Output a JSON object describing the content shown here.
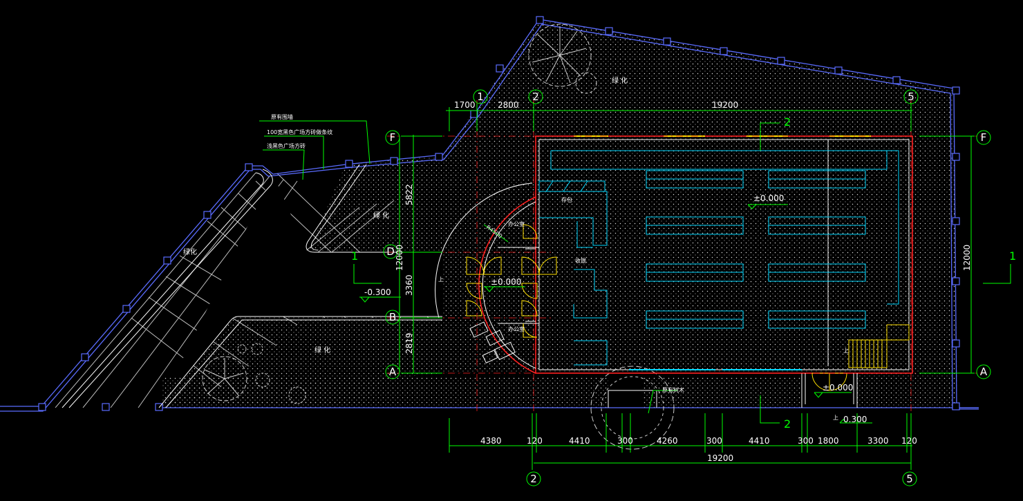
{
  "axes": {
    "top": [
      "1",
      "2",
      "5"
    ],
    "bottom": [
      "2",
      "5"
    ],
    "left": [
      "F",
      "D",
      "B",
      "A"
    ],
    "right": [
      "F",
      "A"
    ]
  },
  "dims_top": {
    "d1": "1700",
    "d2": "2800",
    "d3": "19200"
  },
  "dims_bottom": [
    "4380",
    "120",
    "4410",
    "300",
    "4260",
    "300",
    "4410",
    "300",
    "1800",
    "3300",
    "120"
  ],
  "dim_bottom_total": "19200",
  "dims_left": {
    "total": "12000",
    "d1": "5822",
    "d2": "3360",
    "d3": "2819"
  },
  "dim_right": "12000",
  "levels": {
    "main": "±0.000",
    "entrance": "±0.000",
    "plaza": "-0.300",
    "side_entrance": "±0.000",
    "side_step": "0.300"
  },
  "section_marks": {
    "top": "2",
    "bottom": "2",
    "left": "1",
    "right": "1"
  },
  "notes": [
    "原有围墙",
    "100宽黑色广场方砖做条纹",
    "浅黑色广场方砖",
    "原有树木"
  ],
  "rooms": {
    "storage": "存包",
    "office1": "办公室",
    "office2": "办公室",
    "cashier": "收银",
    "radius": "R4500"
  },
  "zones": [
    "绿 化",
    "绿 化",
    "绿 化",
    "绿化"
  ],
  "up_marks": [
    "上",
    "上",
    "上"
  ]
}
